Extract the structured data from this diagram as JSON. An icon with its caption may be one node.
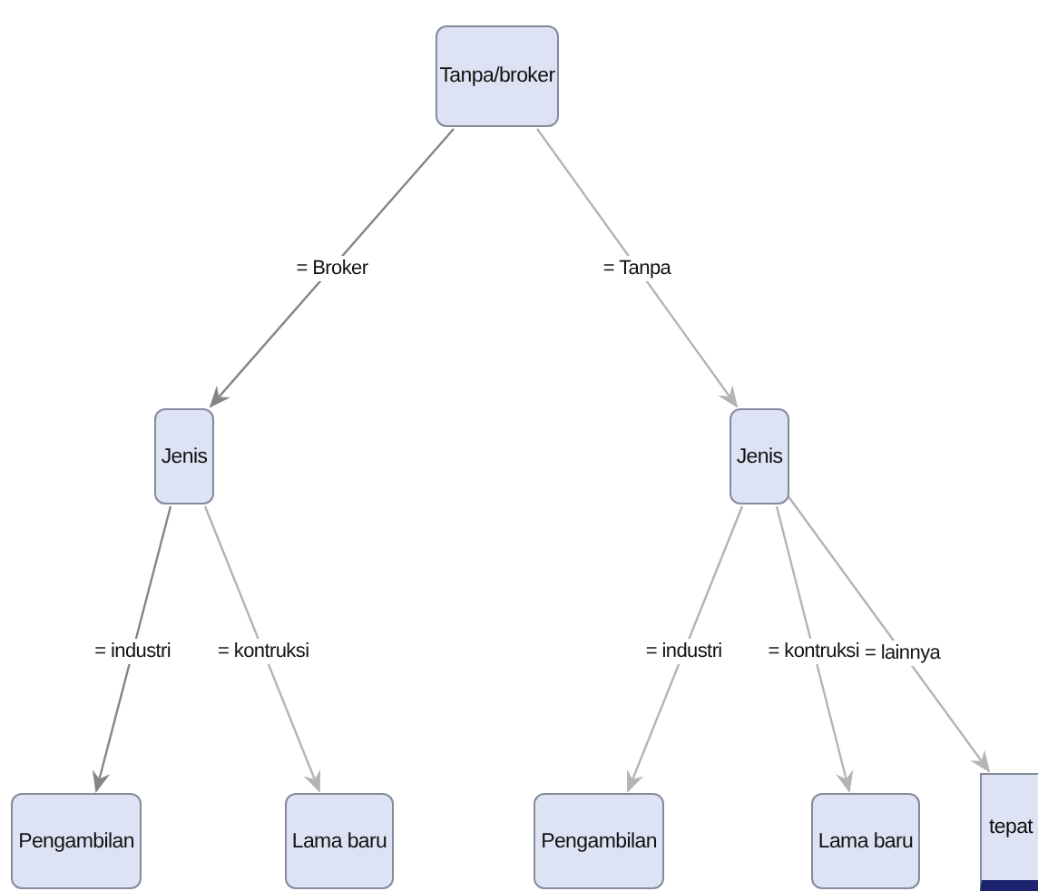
{
  "diagram": {
    "nodes": [
      {
        "text": [
          "Tanpa/broker"
        ]
      },
      {
        "text": [
          "Jenis"
        ]
      },
      {
        "text": [
          "Jenis"
        ]
      },
      {
        "text": [
          "Pengambilan"
        ]
      },
      {
        "text": [
          "Lama baru"
        ]
      },
      {
        "text": [
          "Pengambilan"
        ]
      },
      {
        "text": [
          "Lama baru"
        ]
      },
      {
        "text": [
          "tepat"
        ]
      }
    ],
    "edges": [
      {
        "from": 0,
        "to": 1,
        "arrow": "to",
        "label": "= Broker",
        "color": "#858585"
      },
      {
        "from": 0,
        "to": 2,
        "arrow": "to",
        "label": "= Tanpa"
      },
      {
        "from": 1,
        "to": 3,
        "arrow": "to",
        "label": "= industri",
        "color": "#858585"
      },
      {
        "from": 1,
        "to": 4,
        "arrow": "to",
        "label": "= kontruksi"
      },
      {
        "from": 2,
        "to": 5,
        "arrow": "to",
        "label": "= industri"
      },
      {
        "from": 2,
        "to": 6,
        "arrow": "to",
        "label": "= kontruksi"
      },
      {
        "from": 2,
        "to": 7,
        "arrow": "to",
        "label": "= lainnya"
      }
    ]
  }
}
